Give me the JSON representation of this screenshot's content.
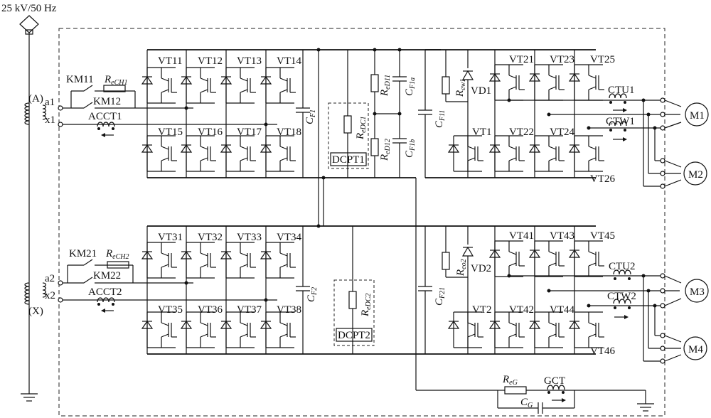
{
  "source": {
    "label": "25 kV/50 Hz"
  },
  "transformer": {
    "primary_top": "(A)",
    "primary_bottom": "(X)"
  },
  "windings": [
    {
      "a": "a1",
      "x": "x1"
    },
    {
      "a": "a2",
      "x": "x2"
    }
  ],
  "contactors": [
    {
      "main": "KM11",
      "precharge": "KM12",
      "resistor": {
        "base": "R",
        "sub": "eCH1"
      },
      "sensor": "ACCT1"
    },
    {
      "main": "KM21",
      "precharge": "KM22",
      "resistor": {
        "base": "R",
        "sub": "eCH2"
      },
      "sensor": "ACCT2"
    }
  ],
  "rectifier_switches": [
    [
      "VT11",
      "VT12",
      "VT13",
      "VT14",
      "VT15",
      "VT16",
      "VT17",
      "VT18"
    ],
    [
      "VT31",
      "VT32",
      "VT33",
      "VT34",
      "VT35",
      "VT36",
      "VT37",
      "VT38"
    ]
  ],
  "dc_link_caps": [
    {
      "base": "C",
      "sub": "F1"
    },
    {
      "base": "C",
      "sub": "F2"
    }
  ],
  "dcpt": [
    {
      "label": "DCPT1",
      "resistor": {
        "base": "R",
        "sub": "eDC1"
      }
    },
    {
      "label": "DCPT2",
      "resistor": {
        "base": "R",
        "sub": "eDC2"
      }
    }
  ],
  "divider": {
    "r_top": {
      "base": "R",
      "sub": "eD11"
    },
    "r_bottom": {
      "base": "R",
      "sub": "eD12"
    },
    "c_top": {
      "base": "C",
      "sub": "F1a"
    },
    "c_bottom": {
      "base": "C",
      "sub": "F1b"
    }
  },
  "filter_caps": [
    {
      "base": "C",
      "sub": "F11"
    },
    {
      "base": "C",
      "sub": "F21"
    }
  ],
  "chopper": [
    {
      "resistor": {
        "base": "R",
        "sub": "ew1"
      },
      "diode": "VD1",
      "switch": "VT1"
    },
    {
      "resistor": {
        "base": "R",
        "sub": "eo2"
      },
      "diode": "VD2",
      "switch": "VT2"
    }
  ],
  "inverter_switches": [
    [
      "VT21",
      "VT23",
      "VT25",
      "VT22",
      "VT24",
      "VT26"
    ],
    [
      "VT41",
      "VT43",
      "VT45",
      "VT42",
      "VT44",
      "VT46"
    ]
  ],
  "current_sensors": [
    [
      "CTU1",
      "CTW1"
    ],
    [
      "CTU2",
      "CTW2"
    ]
  ],
  "motors": [
    "M1",
    "M2",
    "M3",
    "M4"
  ],
  "ground": {
    "resistor": {
      "base": "R",
      "sub": "eG"
    },
    "capacitor": {
      "base": "C",
      "sub": "G"
    },
    "sensor": "GCT"
  }
}
